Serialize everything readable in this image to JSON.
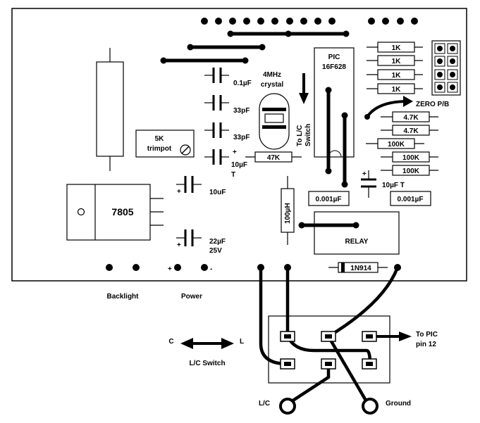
{
  "board": {
    "components": {
      "pic_label_1": "PIC",
      "pic_label_2": "16F628",
      "crystal_label_1": "4MHz",
      "crystal_label_2": "crystal",
      "cap_01uf": "0.1µF",
      "cap_33pf_a": "33pF",
      "cap_33pf_b": "33pF",
      "cap_10uf_t_value": "10µF",
      "cap_10uf_t_type": "T",
      "cap_10uf_t_plus": "+",
      "trimpot_label_1": "5K",
      "trimpot_label_2": "trimpot",
      "resistor_47k": "47K",
      "to_lc_switch_1": "To L/C",
      "to_lc_switch_2": "Switch",
      "resistor_1k_1": "1K",
      "resistor_1k_2": "1K",
      "resistor_1k_3": "1K",
      "resistor_1k_4": "1K",
      "zero_pb": "ZERO P/B",
      "resistor_47k_a": "4.7K",
      "resistor_47k_b": "4.7K",
      "resistor_100k_1": "100K",
      "resistor_100k_2": "100K",
      "resistor_100k_3": "100K",
      "cap_0001_left": "0.001µF",
      "cap_0001_right": "0.001µF",
      "cap_10uf_t_right": "10µF T",
      "cap_10uf_right_plus": "+",
      "regulator": "7805",
      "cap_10uf": "10uF",
      "cap_10uf_plus": "+",
      "cap_22uf_value": "22µF",
      "cap_22uf_voltage": "25V",
      "cap_22uf_plus": "+",
      "inductor_100uh": "100µH",
      "relay": "RELAY",
      "diode": "1N914",
      "power_plus": "+",
      "power_minus": "-"
    }
  },
  "offboard": {
    "backlight": "Backlight",
    "power": "Power",
    "arrow_left_label": "C",
    "arrow_right_label": "L",
    "lc_switch": "L/C Switch",
    "to_pic_1": "To PIC",
    "to_pic_2": "pin 12",
    "lc_terminal": "L/C",
    "ground_terminal": "Ground"
  }
}
